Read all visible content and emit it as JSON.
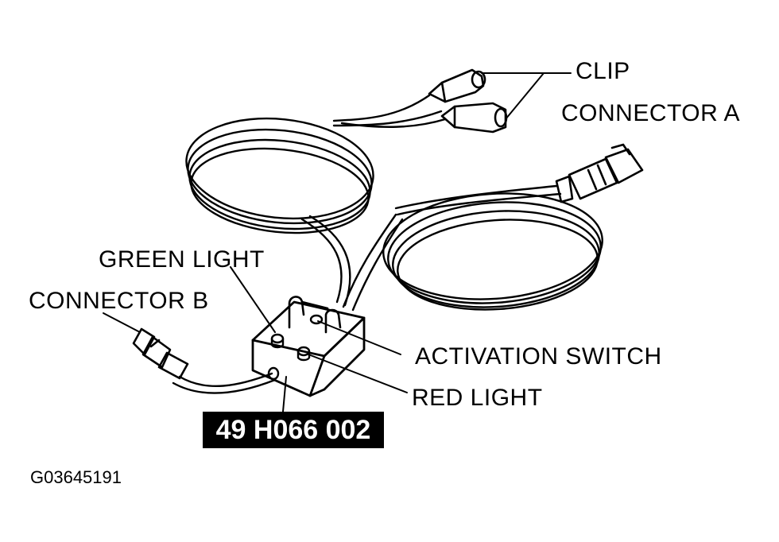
{
  "labels": {
    "clip": "CLIP",
    "connector_a": "CONNECTOR A",
    "green_light": "GREEN LIGHT",
    "connector_b": "CONNECTOR B",
    "activation_switch": "ACTIVATION SWITCH",
    "red_light": "RED LIGHT"
  },
  "part_number": "49 H066 002",
  "figure_id": "G03645191",
  "colors": {
    "ink": "#000000",
    "paper": "#ffffff"
  }
}
